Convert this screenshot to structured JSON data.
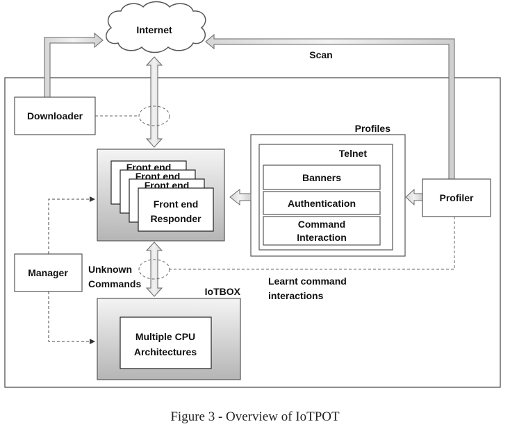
{
  "nodes": {
    "internet": "Internet",
    "downloader": "Downloader",
    "front_end_1": "Front end",
    "front_end_2": "Front end",
    "front_end_3": "Front end",
    "front_end_responder_line1": "Front end",
    "front_end_responder_line2": "Responder",
    "profiles": "Profiles",
    "telnet": "Telnet",
    "banners": "Banners",
    "authentication": "Authentication",
    "command_interaction_line1": "Command",
    "command_interaction_line2": "Interaction",
    "profiler": "Profiler",
    "manager": "Manager",
    "iotbox": "IoTBOX",
    "multiple_cpu_line1": "Multiple  CPU",
    "multiple_cpu_line2": "Architectures"
  },
  "edges": {
    "scan": "Scan",
    "unknown_commands_line1": "Unknown",
    "unknown_commands_line2": "Commands",
    "learnt_line1": "Learnt command",
    "learnt_line2": "interactions"
  },
  "caption": "Figure 3 - Overview of IoTPOT"
}
